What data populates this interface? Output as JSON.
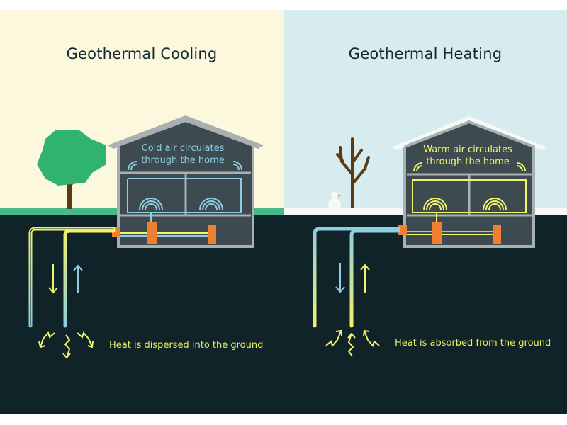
{
  "cooling": {
    "title": "Geothermal Cooling",
    "house_text": "Cold air circulates through the home",
    "ground_text": "Heat is dispersed into the ground"
  },
  "heating": {
    "title": "Geothermal Heating",
    "house_text": "Warm air circulates through the home",
    "ground_text": "Heat is absorbed from the ground"
  },
  "colors": {
    "cooling_sky": "#fbf8de",
    "heating_sky": "#d7ecef",
    "ground": "#0f2329",
    "grass": "#48b98a",
    "snow": "#f7f9f9",
    "house_wall": "#3d4b50",
    "house_roof": "#a9b0b2",
    "cool_pipe": "#8fcde0",
    "warm_pipe": "#f1f36a",
    "pump": "#ef8030",
    "tree_leaf": "#2fb36f",
    "tree_trunk": "#5a3c14"
  },
  "icons": [
    "tree-icon",
    "bare-tree-icon",
    "snowman-icon",
    "pump-icon",
    "arrow-down-icon",
    "arrow-up-icon",
    "heat-squiggle-icon",
    "air-wave-icon"
  ]
}
